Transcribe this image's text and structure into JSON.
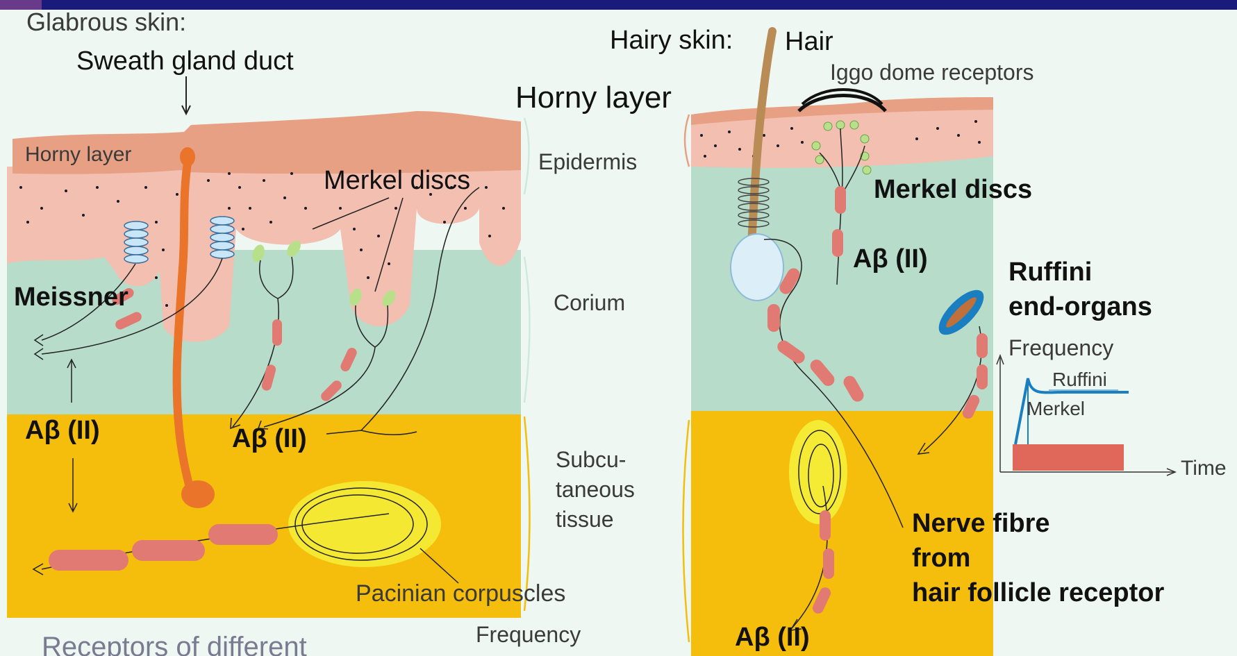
{
  "colors": {
    "background": "#eef7f1",
    "horny_layer": "#e8a084",
    "epidermis": "#f3bfb0",
    "corium": "#b7dcc9",
    "subcutaneous": "#f5bd0c",
    "nerve_segment": "#e07a72",
    "sweat_gland": "#e9742a",
    "pacinian_fill": "#f5f03a",
    "ruffini_capsule": "#1a7fc1",
    "hair": "#b88c54",
    "merkel_disc": "#b8e08a",
    "graph_bar": "#e0685a",
    "graph_line": "#1a7fc1"
  },
  "left_panel": {
    "heading": "Glabrous skin:",
    "sweat_gland_label": "Sweath gland duct",
    "horny_layer_label": "Horny layer",
    "merkel_label": "Merkel discs",
    "meissner_label": "Meissner",
    "abeta_left": "Aβ (II)",
    "abeta_mid": "Aβ (II)",
    "pacinian_label": "Pacinian corpuscles"
  },
  "layer_labels": {
    "horny": "Horny layer",
    "epidermis": "Epidermis",
    "corium": "Corium",
    "subcutaneous_1": "Subcu-",
    "subcutaneous_2": "taneous",
    "subcutaneous_3": "tissue"
  },
  "right_panel": {
    "heading": "Hairy skin:",
    "hair_label": "Hair",
    "iggo_label": "Iggo dome receptors",
    "merkel_label": "Merkel discs",
    "abeta_upper": "Aβ (II)",
    "ruffini_label_1": "Ruffini",
    "ruffini_label_2": "end-organs",
    "nerve_label_1": "Nerve fibre",
    "nerve_label_2": "from",
    "nerve_label_3": "hair follicle receptor",
    "abeta_bottom": "Aβ (II)"
  },
  "graph": {
    "y_label": "Frequency",
    "x_label": "Time",
    "ruffini_curve": "Ruffini",
    "merkel_curve": "Merkel"
  },
  "bottom": {
    "caption": "Receptors of different",
    "frequency_label": "Frequency"
  }
}
